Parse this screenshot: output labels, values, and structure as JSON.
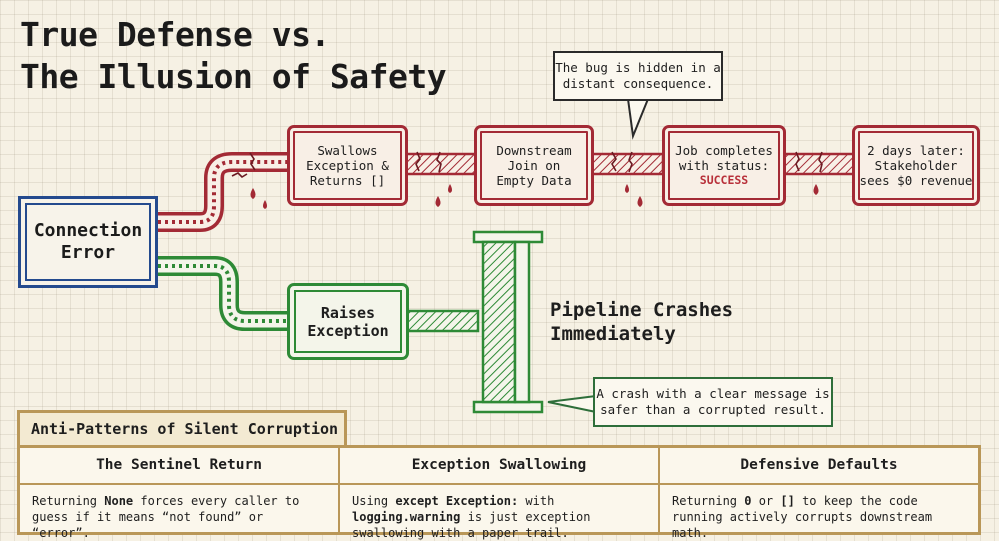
{
  "title": {
    "line1": "True Defense vs.",
    "line2": "The Illusion of Safety"
  },
  "source_box": {
    "line1": "Connection",
    "line2": "Error"
  },
  "red_path": {
    "steps": [
      {
        "line1": "Swallows",
        "line2": "Exception &",
        "line3": "Returns []"
      },
      {
        "line1": "Downstream",
        "line2": "Join on",
        "line3": "Empty Data"
      },
      {
        "line1": "Job completes",
        "line2": "with status:",
        "line3": "SUCCESS"
      },
      {
        "line1": "2 days later:",
        "line2": "Stakeholder",
        "line3": "sees $0 revenue"
      }
    ],
    "callout": {
      "line1": "The bug is hidden in a",
      "line2": "distant consequence."
    }
  },
  "green_path": {
    "step": {
      "line1": "Raises",
      "line2": "Exception"
    },
    "result": {
      "line1": "Pipeline Crashes",
      "line2": "Immediately"
    },
    "callout": {
      "line1": "A crash with a clear message is",
      "line2": "safer than a corrupted result."
    }
  },
  "anti_patterns": {
    "heading": "Anti-Patterns of Silent Corruption",
    "columns": [
      {
        "title": "The Sentinel Return",
        "text_a": "Returning ",
        "code": "None",
        "text_b": " forces every caller to guess if it means “not found” or “error”."
      },
      {
        "title": "Exception Swallowing",
        "text_a": "Using ",
        "code": "except Exception:",
        "text_b": " with ",
        "code2": "logging.warning",
        "text_c": " is just exception swallowing with a paper trail."
      },
      {
        "title": "Defensive Defaults",
        "text_a": "Returning ",
        "code": "0",
        "text_b": " or ",
        "code2": "[]",
        "text_c": " to keep the code running actively corrupts downstream math."
      }
    ]
  },
  "colors": {
    "bad": "#a32a35",
    "good": "#2e8a36",
    "source": "#244a8e",
    "panel": "#b99758"
  }
}
